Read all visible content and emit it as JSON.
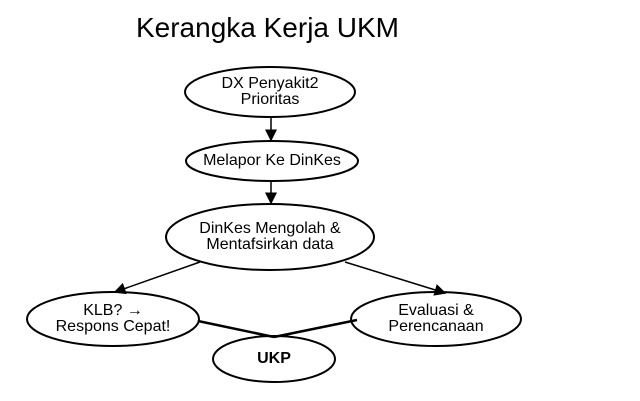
{
  "title": "Kerangka Kerja UKM",
  "nodes": {
    "dx": {
      "line1": "DX Penyakit2",
      "line2": "Prioritas"
    },
    "melapor": {
      "line1": "Melapor Ke DinKes"
    },
    "dinkes": {
      "line1": "DinKes Mengolah &",
      "line2": "Mentafsirkan data"
    },
    "klb": {
      "line1": "KLB? →",
      "line2": "Respons Cepat!"
    },
    "evaluasi": {
      "line1": "Evaluasi &",
      "line2": "Perencanaan"
    },
    "ukp": {
      "line1": "UKP"
    }
  }
}
